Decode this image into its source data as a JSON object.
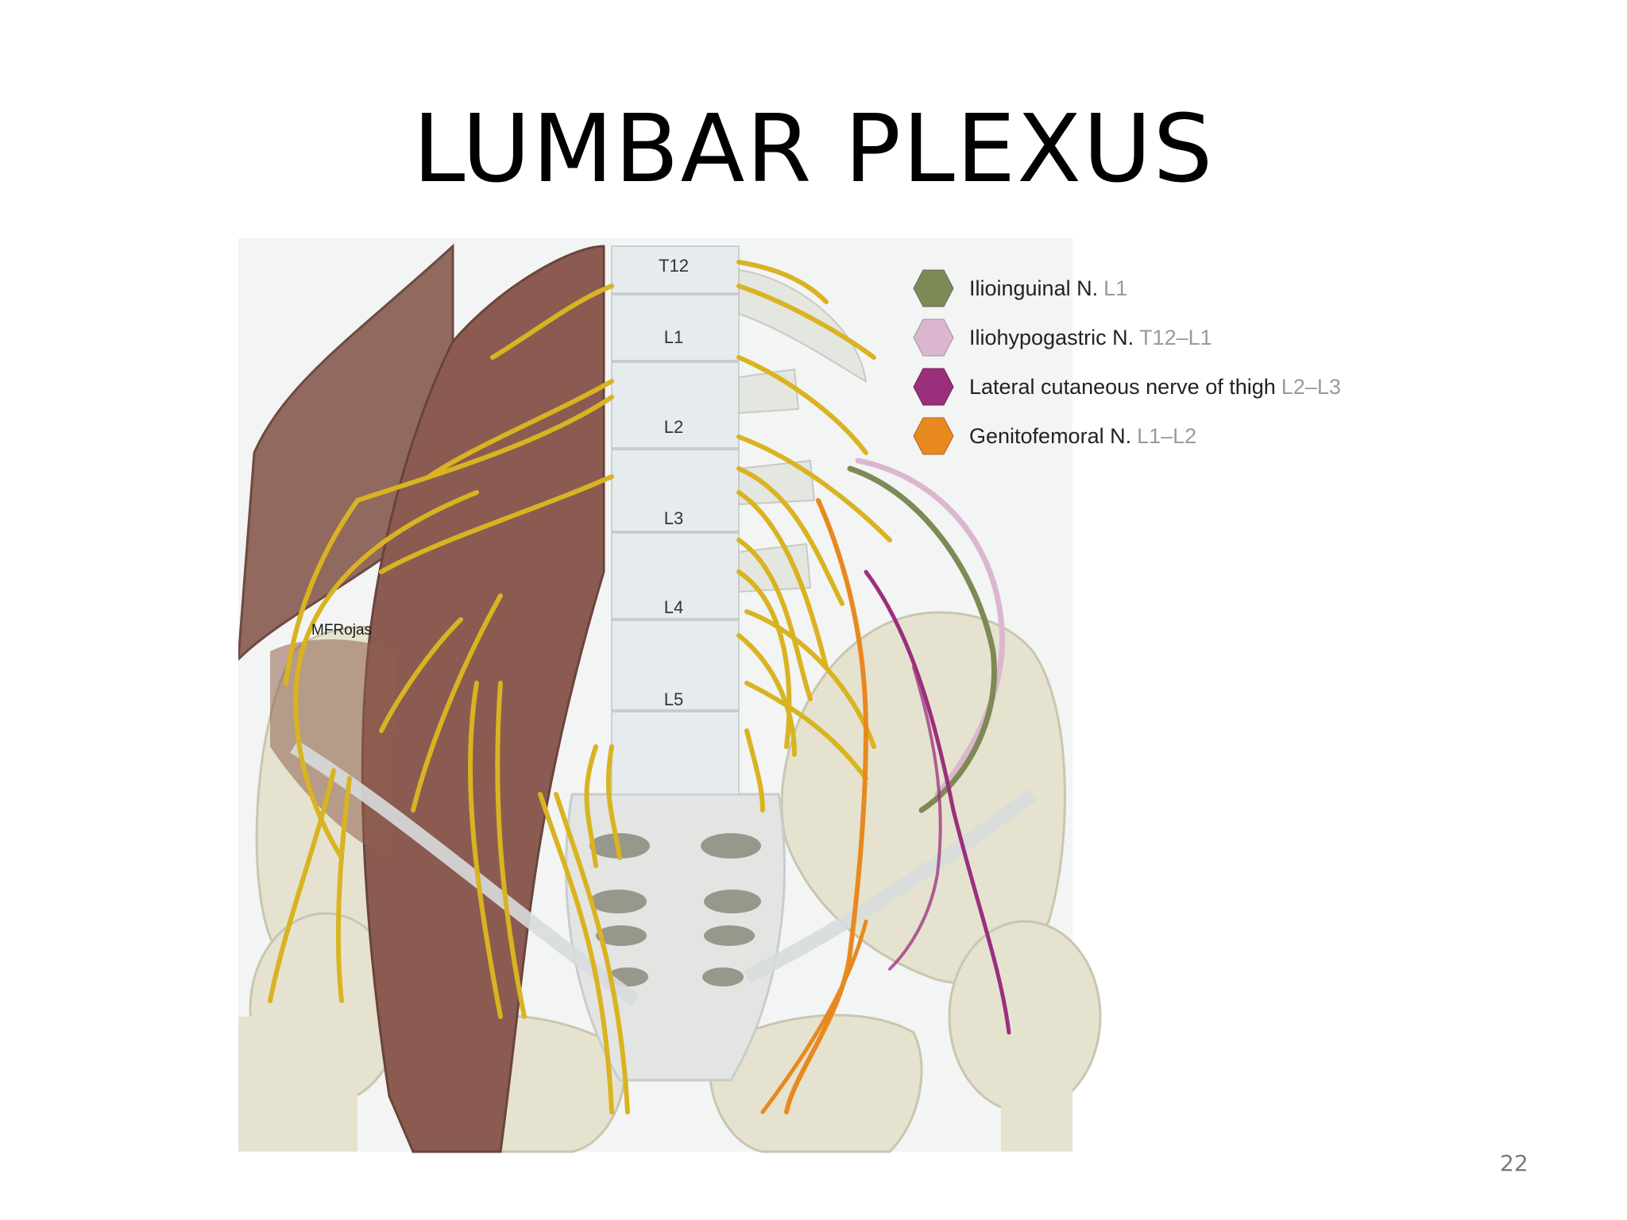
{
  "slide": {
    "title": "LUMBAR PLEXUS",
    "page_number": "22"
  },
  "figure": {
    "credit": "MFRojas",
    "vertebrae": [
      "T12",
      "L1",
      "L2",
      "L3",
      "L4",
      "L5"
    ]
  },
  "legend": [
    {
      "name": "Ilioinguinal N.",
      "level": "L1",
      "color": "#7e8a55",
      "icon": "hexagon-icon"
    },
    {
      "name": "Iliohypogastric N.",
      "level": "T12–L1",
      "color": "#dcb6cf",
      "icon": "hexagon-icon"
    },
    {
      "name": "Lateral cutaneous nerve of thigh",
      "level": "L2–L3",
      "color": "#9b2f7d",
      "icon": "hexagon-icon"
    },
    {
      "name": "Genitofemoral N.",
      "level": "L1–L2",
      "color": "#e8891f",
      "icon": "hexagon-icon"
    }
  ],
  "colors": {
    "nerve": "#d9b321",
    "bone": "#e7e6d6",
    "bone_shadow": "#cfd4d6",
    "muscle": "#8a5a50"
  }
}
